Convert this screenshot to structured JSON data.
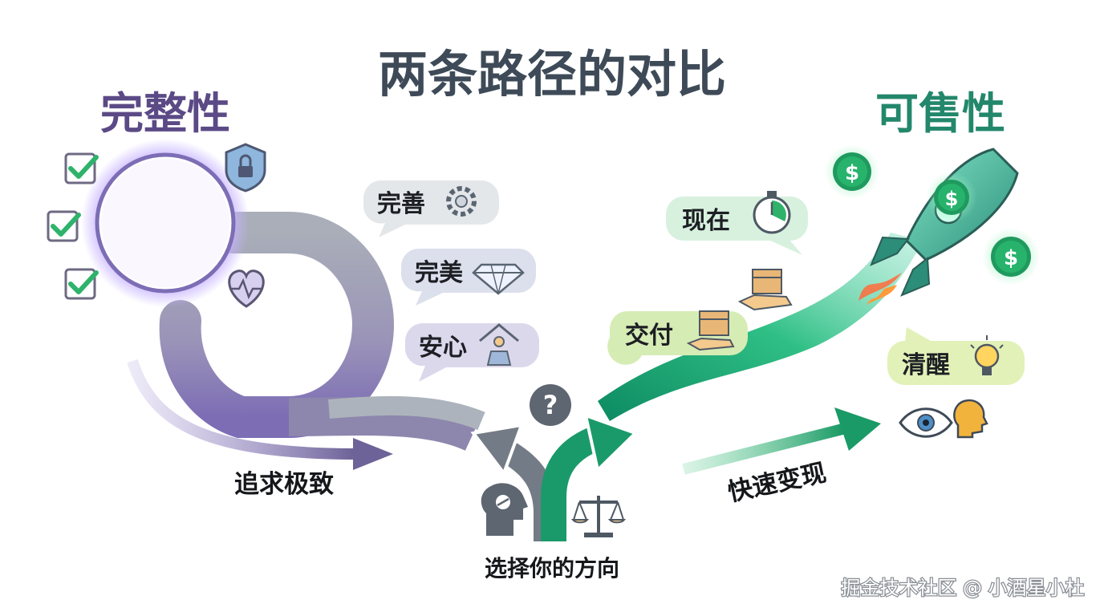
{
  "title": "两条路径的对比",
  "left_heading": "完整性",
  "right_heading": "可售性",
  "left_bubbles": [
    "完善",
    "完美",
    "安心"
  ],
  "right_bubbles": [
    "现在",
    "交付",
    "清醒"
  ],
  "left_path_label": "追求极致",
  "right_path_label": "快速变现",
  "center_label": "选择你的方向",
  "question_mark": "?",
  "dollar_symbol": "$",
  "watermark": "掘金技术社区 @ 小酒星小杜",
  "colors": {
    "purple": "#8a7bc4",
    "purple_dark": "#5b4a86",
    "gray_path": "#8c95a3",
    "green": "#1fa37a",
    "green_dark": "#0f7c5c",
    "title": "#3e4a57"
  }
}
